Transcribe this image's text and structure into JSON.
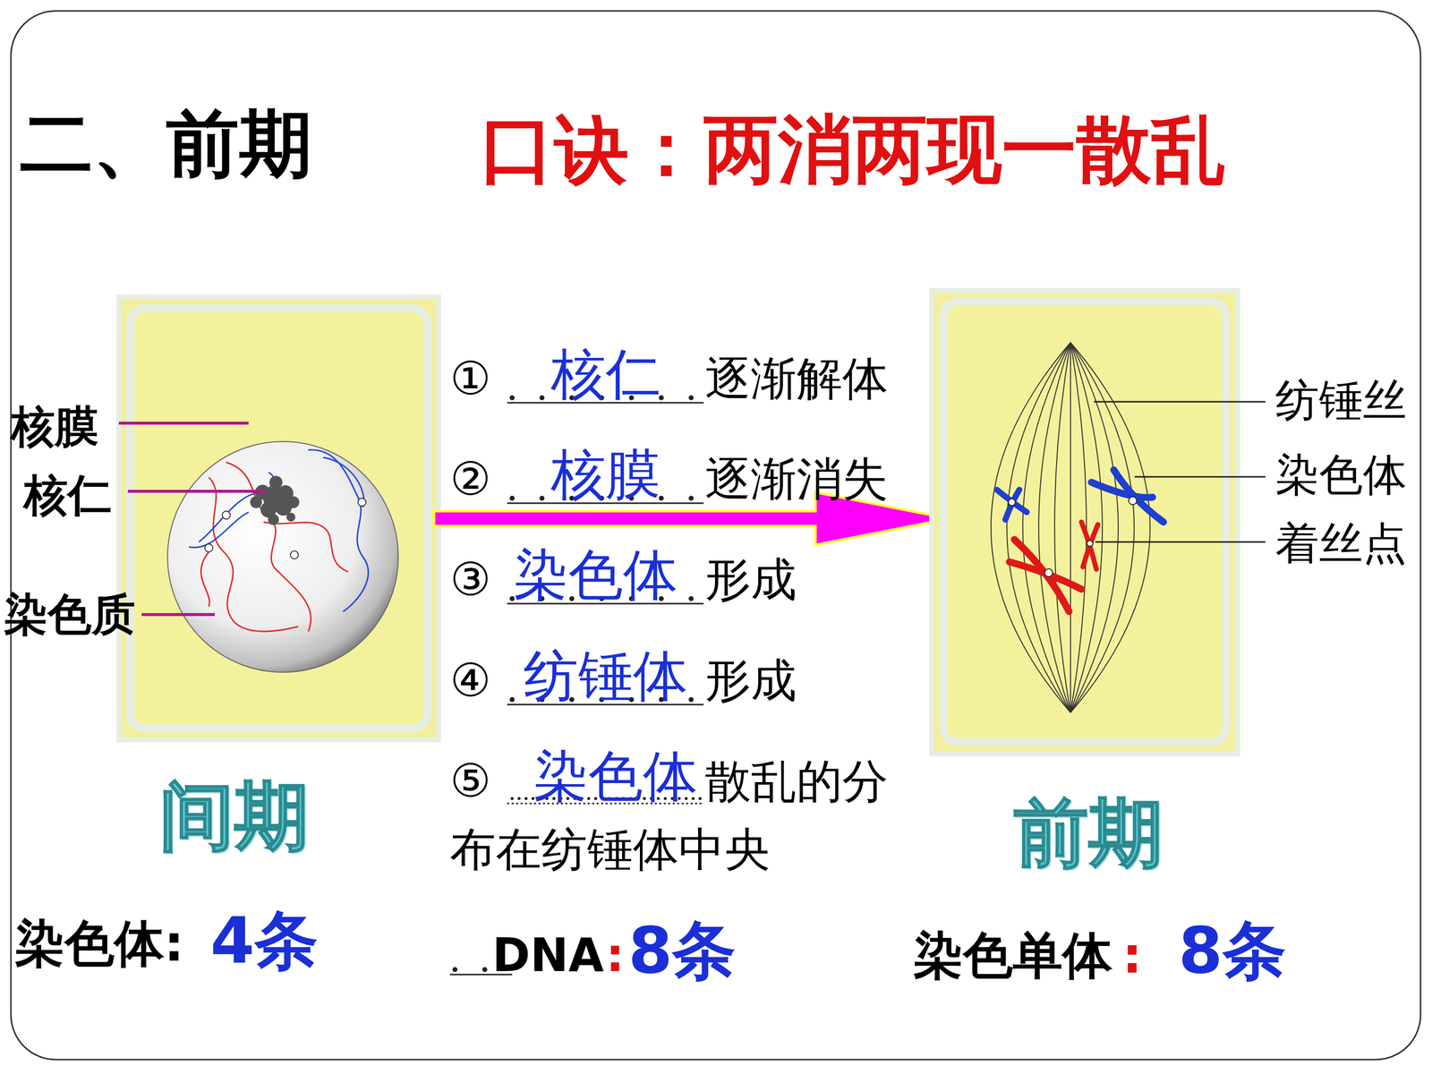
{
  "diagram": {
    "title": "二、前期",
    "labels": [
      "口诀：两消两现一散乱",
      "核膜",
      "核仁",
      "染色质",
      "①",
      "核仁",
      "逐渐解体",
      "②",
      "核膜",
      "逐渐消失",
      "③",
      "染色体",
      "形成",
      "④",
      "纺锤体",
      "形成",
      "⑤",
      "染色体",
      "散乱的分布在纺锤体中央",
      "纺锤丝",
      "染色体",
      "着丝点",
      "间期",
      "前期",
      "染色体:",
      "4条",
      "DNA",
      ":",
      "8条",
      "染色单体",
      ":",
      "8条"
    ]
  }
}
